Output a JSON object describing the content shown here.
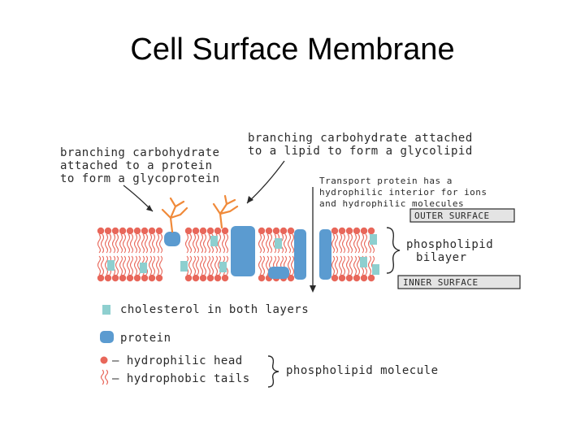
{
  "slide": {
    "title": "Cell Surface Membrane"
  },
  "diagram": {
    "labels": {
      "glycoprotein_line1": "branching carbohydrate",
      "glycoprotein_line2": "attached to a protein",
      "glycoprotein_line3": "to form a glycoprotein",
      "glycolipid_line1": "branching carbohydrate attached",
      "glycolipid_line2": "to a lipid to form a glycolipid",
      "transport_line1": "Transport protein has a",
      "transport_line2": "hydrophilic interior for ions",
      "transport_line3": "and hydrophilic molecules",
      "outer_surface": "OUTER SURFACE",
      "inner_surface": "INNER SURFACE",
      "bilayer_line1": "phospholipid",
      "bilayer_line2": "bilayer"
    },
    "key": {
      "cholesterol": "cholesterol in both layers",
      "protein": "protein",
      "head": "– hydrophilic head",
      "tails": "– hydrophobic tails",
      "molecule": "phospholipid molecule"
    },
    "colors": {
      "head": "#e8675a",
      "cholesterol": "#8ecfcf",
      "protein": "#5b9bd0",
      "carbohydrate": "#f08a3a",
      "ink": "#2a2a2a"
    }
  }
}
